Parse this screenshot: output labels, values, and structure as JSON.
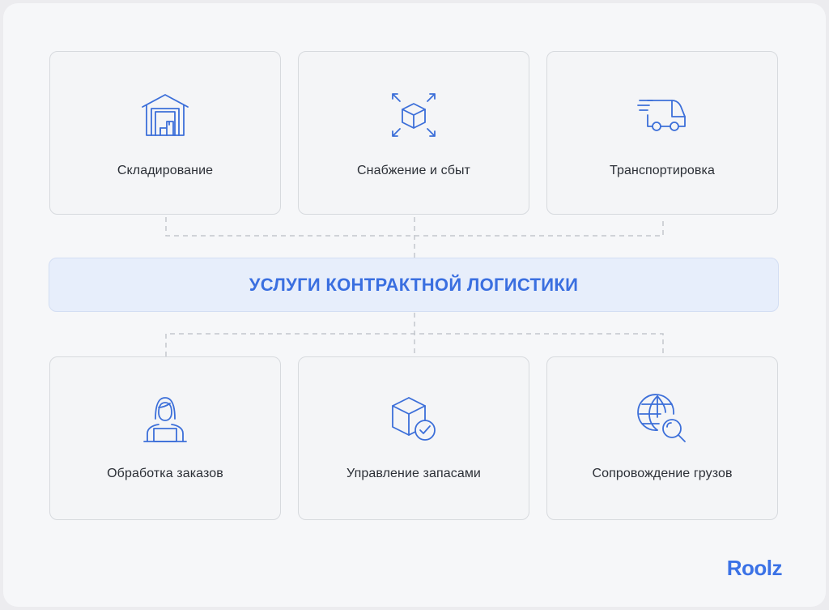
{
  "diagram": {
    "center_title": "УСЛУГИ КОНТРАКТНОЙ ЛОГИСТИКИ",
    "top_cards": [
      {
        "label": "Складирование",
        "icon": "warehouse-icon"
      },
      {
        "label": "Снабжение и сбыт",
        "icon": "cube-expand-icon"
      },
      {
        "label": "Транспортировка",
        "icon": "delivery-truck-icon"
      }
    ],
    "bottom_cards": [
      {
        "label": "Обработка заказов",
        "icon": "operator-at-laptop-icon"
      },
      {
        "label": "Управление запасами",
        "icon": "box-check-icon"
      },
      {
        "label": "Сопровождение грузов",
        "icon": "globe-search-icon"
      }
    ]
  },
  "brand": {
    "logo_text": "Roolz"
  },
  "colors": {
    "accent": "#3a6fe0",
    "icon_stroke": "#3c6fd9",
    "card_bg": "#f4f5f7",
    "card_border": "#d7dade",
    "center_bg": "#e7eefb",
    "connector": "#c3c7cd"
  }
}
